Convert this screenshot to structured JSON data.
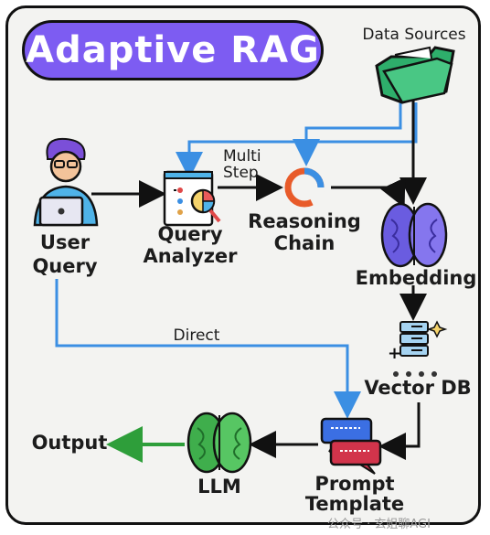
{
  "title": "Adaptive RAG",
  "nodes": {
    "data_sources": "Data Sources",
    "user_query": [
      "User",
      "Query"
    ],
    "query_analyzer": [
      "Query",
      "Analyzer"
    ],
    "reasoning_chain": [
      "Reasoning",
      "Chain"
    ],
    "embedding": "Embedding",
    "vector_db": "Vector DB",
    "prompt_template": [
      "Prompt",
      "Template"
    ],
    "llm": "LLM",
    "output": "Output"
  },
  "edge_labels": {
    "multi_step": [
      "Multi",
      "Step"
    ],
    "direct": "Direct"
  },
  "watermark": "公众号 · 玄姐聊AGI",
  "colors": {
    "title_bg": "#7d5cf2",
    "blue_arrow": "#3b8fe3",
    "black_arrow": "#111111",
    "green_arrow": "#2e9e3a",
    "brain_purple": "#6a5ce0",
    "llm_green": "#3fae4c",
    "folder_green": "#2eae6b"
  }
}
